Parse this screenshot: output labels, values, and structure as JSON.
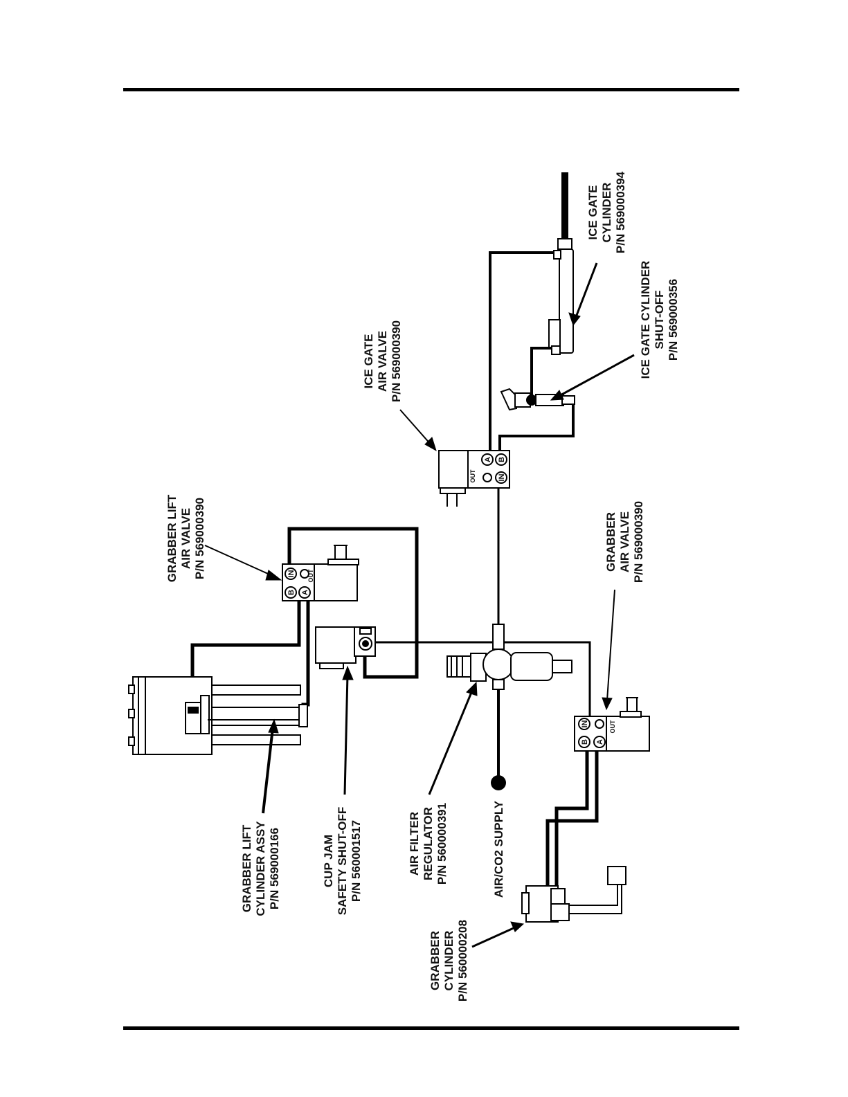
{
  "labels": {
    "grabber_lift_valve": [
      "GRABBER LIFT",
      "AIR VALVE",
      "P/N 569000390"
    ],
    "ice_gate_valve": [
      "ICE GATE",
      "AIR VALVE",
      "P/N 569000390"
    ],
    "ice_gate_cylinder": [
      "ICE GATE",
      "CYLINDER",
      "P/N 569000394"
    ],
    "ice_gate_shutoff": [
      "ICE GATE CYLINDER",
      "SHUT-OFF",
      "P/N 569000356"
    ],
    "grabber_valve": [
      "GRABBER",
      "AIR VALVE",
      "P/N 569000390"
    ],
    "grabber_lift_cylinder": [
      "GRABBER LIFT",
      "CYLINDER ASSY",
      "P/N 569000166"
    ],
    "cup_jam": [
      "CUP JAM",
      "SAFETY SHUT-OFF",
      "P/N 560001517"
    ],
    "air_filter": [
      "AIR FILTER",
      "REGULATOR",
      "P/N 560000391"
    ],
    "air_supply": [
      "AIR/CO2 SUPPLY"
    ],
    "grabber_cylinder": [
      "GRABBER",
      "CYLINDER",
      "P/N 560000208"
    ]
  },
  "port_labels": {
    "in": "IN",
    "out": "OUT",
    "a": "A",
    "b": "B"
  }
}
